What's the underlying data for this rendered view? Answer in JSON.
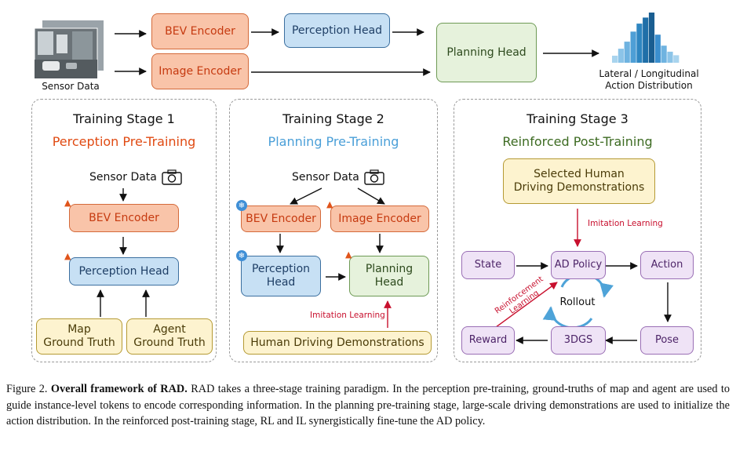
{
  "top": {
    "sensor_label": "Sensor Data",
    "bev_encoder": "BEV Encoder",
    "image_encoder": "Image Encoder",
    "perception_head": "Perception Head",
    "planning_head": "Planning Head",
    "action_dist": "Lateral / Longitudinal\nAction Distribution",
    "histogram_values": [
      0.14,
      0.28,
      0.42,
      0.62,
      0.78,
      0.9,
      1.0,
      0.56,
      0.34,
      0.22,
      0.15
    ]
  },
  "stage1": {
    "title": "Training Stage 1",
    "subtitle": "Perception Pre-Training",
    "sensor": "Sensor Data",
    "bev_encoder": "BEV Encoder",
    "perception_head": "Perception Head",
    "map_gt": "Map\nGround Truth",
    "agent_gt": "Agent\nGround Truth"
  },
  "stage2": {
    "title": "Training Stage 2",
    "subtitle": "Planning Pre-Training",
    "sensor": "Sensor Data",
    "bev_encoder": "BEV Encoder",
    "image_encoder": "Image Encoder",
    "perception_head": "Perception\nHead",
    "planning_head": "Planning\nHead",
    "imitation": "Imitation Learning",
    "demos": "Human Driving Demonstrations"
  },
  "stage3": {
    "title": "Training Stage 3",
    "subtitle": "Reinforced Post-Training",
    "selected": "Selected Human\nDriving Demonstrations",
    "imitation": "Imitation Learning",
    "state": "State",
    "ad_policy": "AD Policy",
    "action": "Action",
    "rollout": "Rollout",
    "reinforcement": "Reinforcement\nLearning",
    "reward": "Reward",
    "threedgs": "3DGS",
    "pose": "Pose"
  },
  "caption": {
    "prefix": "Figure 2.",
    "bold": "Overall framework of RAD.",
    "text": "RAD takes a three-stage training paradigm. In the perception pre-training, ground-truths of map and agent are used to guide instance-level tokens to encode corresponding information. In the planning pre-training stage, large-scale driving demonstrations are used to initialize the action distribution. In the reinforced post-training stage, RL and IL synergistically fine-tune the AD policy."
  },
  "colors": {
    "perception_subtitle": "#e04a12",
    "planning_subtitle": "#4a9fd8",
    "reinforced_subtitle": "#3d6b22",
    "histogram": "#2e86c1",
    "imitation_arrow": "#c8102e"
  }
}
